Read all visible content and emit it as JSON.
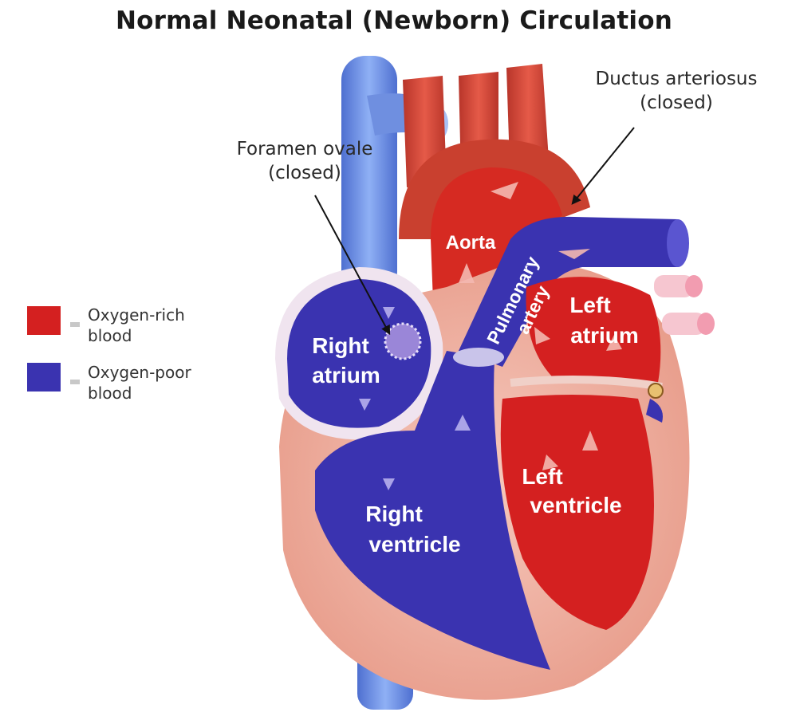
{
  "title": "Normal Neonatal (Newborn) Circulation",
  "callouts": {
    "foramen_ovale": "Foramen ovale\n(closed)",
    "ductus_arteriosus": "Ductus arteriosus\n(closed)"
  },
  "labels": {
    "aorta": "Aorta",
    "pulmonary_artery_1": "Pulmonary",
    "pulmonary_artery_2": "artery",
    "right_atrium_1": "Right",
    "right_atrium_2": "atrium",
    "left_atrium_1": "Left",
    "left_atrium_2": "atrium",
    "right_ventricle_1": "Right",
    "right_ventricle_2": "ventricle",
    "left_ventricle_1": "Left",
    "left_ventricle_2": "ventricle"
  },
  "legend": {
    "items": [
      {
        "text": "Oxygen-rich\nblood",
        "color": "#d42020"
      },
      {
        "text": "Oxygen-poor\nblood",
        "color": "#3a33b0"
      }
    ],
    "eq_color": "#c8c8c8"
  },
  "colors": {
    "oxygen_rich": "#d42020",
    "oxygen_poor": "#3a33b0",
    "vessel_blue": "#6f8fe0",
    "muscle": "#f2b7a8"
  },
  "icons": [
    "flow-arrow-icon",
    "closed-opening-icon"
  ]
}
